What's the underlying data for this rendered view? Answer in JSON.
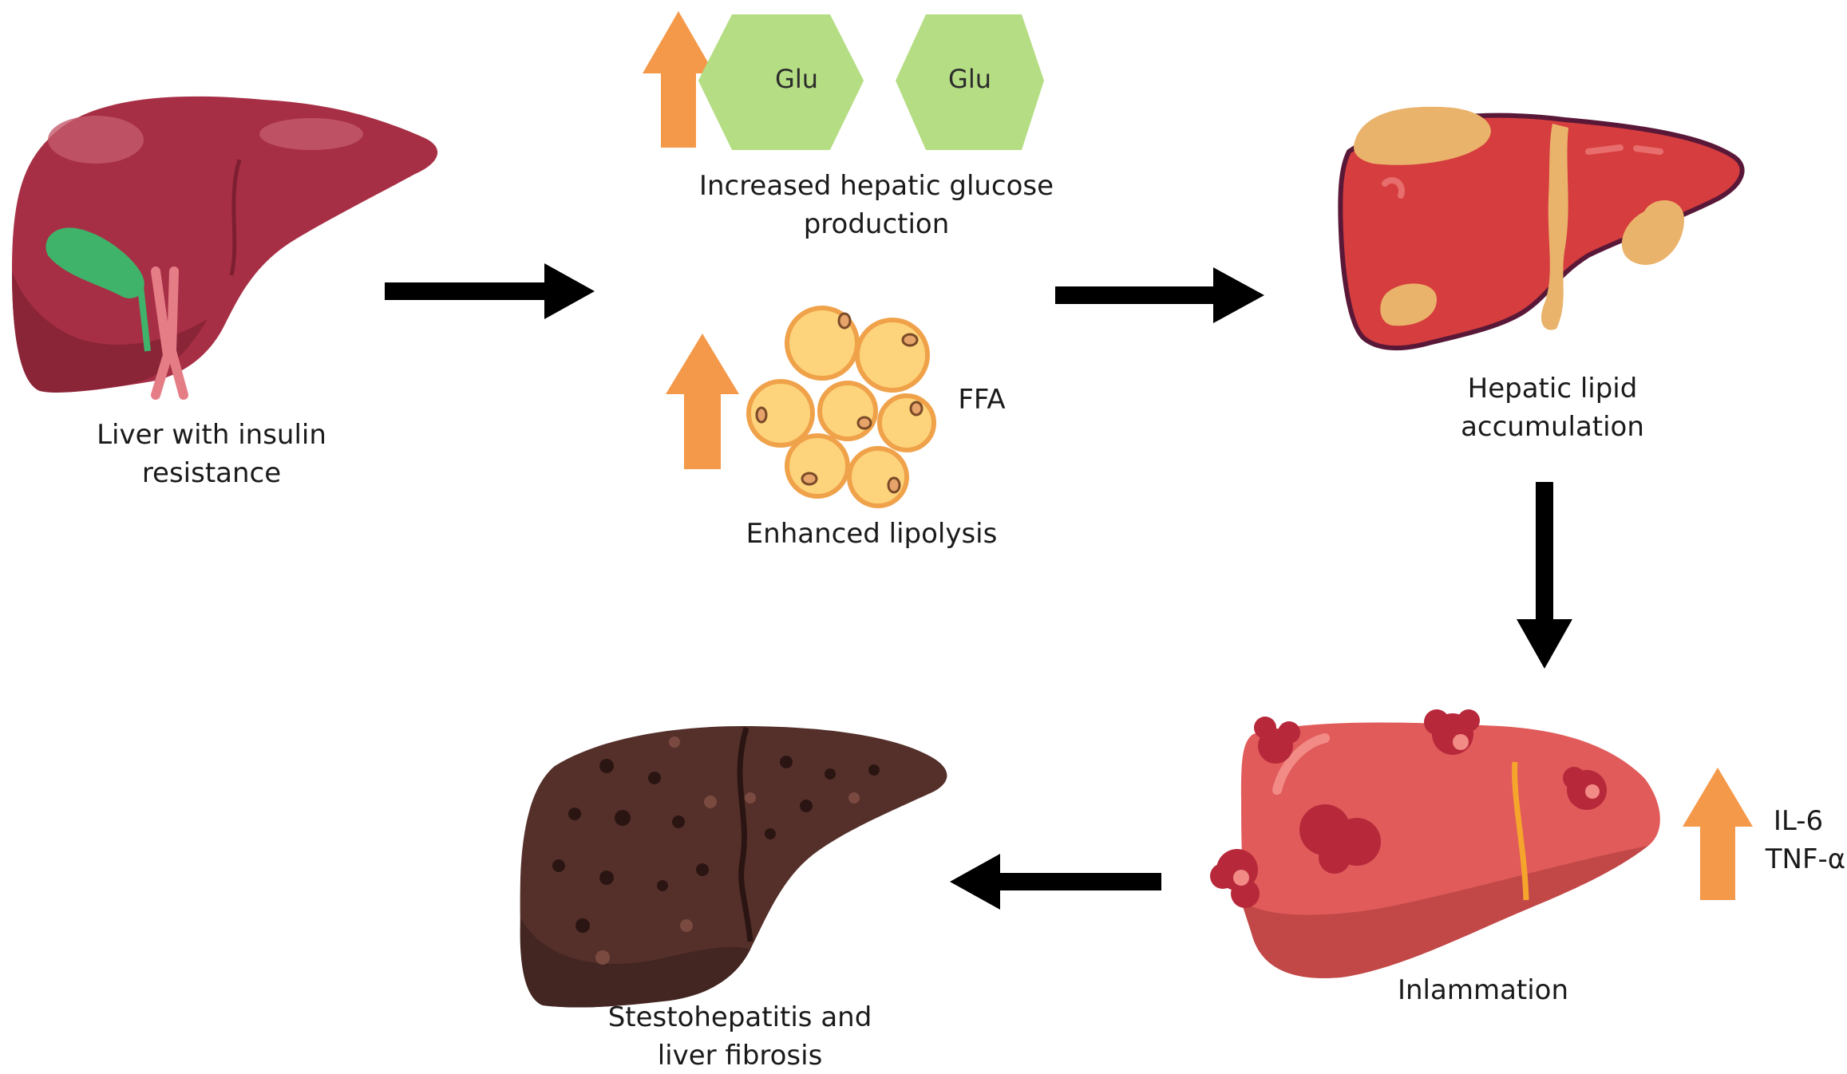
{
  "liver_insulin": {
    "label_line1": "Liver with insulin",
    "label_line2": "resistance"
  },
  "glucose": {
    "hex_labels": [
      "Glu",
      "Glu"
    ],
    "label_line1": "Increased hepatic glucose",
    "label_line2": "production"
  },
  "lipolysis": {
    "ffa_label": "FFA",
    "label": "Enhanced lipolysis"
  },
  "lipid_accumulation": {
    "label_line1": "Hepatic lipid",
    "label_line2": "accumulation"
  },
  "inflammation": {
    "label": "Inlammation",
    "cytokine1": "IL-6",
    "cytokine2": "TNF-α"
  },
  "fibrosis": {
    "label_line1": "Stestohepatitis and",
    "label_line2": "liver fibrosis"
  },
  "colors": {
    "arrow": "#000000",
    "up_arrow": "#f4994a",
    "glucose_hex": "#b5dd84",
    "fat_cell": "#fdd47b",
    "liver_normal": "#a72f45",
    "liver_fatty": "#d63d3e",
    "liver_inflamed": "#e05b5a",
    "liver_fibrotic": "#55302a"
  },
  "icons": {
    "up_arrow": "up-arrow-icon",
    "flow_arrow": "right-arrow-icon",
    "liver": "liver-icon",
    "fat_cell": "fat-cell-icon",
    "glucose": "hexagon-icon"
  }
}
